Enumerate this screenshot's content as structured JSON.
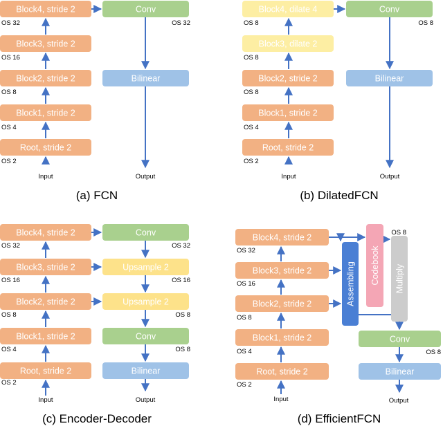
{
  "colors": {
    "orange": "#f2b183",
    "green": "#a9d08e",
    "blue": "#9fc2e7",
    "yellow": "#fde28a",
    "light_yellow": "#fdeea3",
    "pink": "#f4a6b5",
    "gray": "#cccccc",
    "blue_dark": "#4a7fd4",
    "arrow": "#4472c4"
  },
  "panels": [
    {
      "id": "a",
      "caption": "(a)  FCN",
      "boxes": [
        {
          "id": "a-block4",
          "label": "Block4, stride 2",
          "color": "orange",
          "rot": false
        },
        {
          "id": "a-block3",
          "label": "Block3, stride 2",
          "color": "orange",
          "rot": false
        },
        {
          "id": "a-block2",
          "label": "Block2, stride 2",
          "color": "orange",
          "rot": false
        },
        {
          "id": "a-block1",
          "label": "Block1, stride 2",
          "color": "orange",
          "rot": false
        },
        {
          "id": "a-root",
          "label": "Root, stride 2",
          "color": "orange",
          "rot": false
        },
        {
          "id": "a-conv",
          "label": "Conv",
          "color": "green",
          "rot": false
        },
        {
          "id": "a-bilinear",
          "label": "Bilinear",
          "color": "blue",
          "rot": false
        }
      ],
      "labels": [
        "OS 32",
        "OS 16",
        "OS 8",
        "OS 4",
        "OS 2",
        "OS 32",
        "Input",
        "Output"
      ]
    },
    {
      "id": "b",
      "caption": "(b)  DilatedFCN",
      "boxes": [
        {
          "id": "b-block4",
          "label": "Block4, dilate 4",
          "color": "light_yellow",
          "rot": false
        },
        {
          "id": "b-block3",
          "label": "Block3, dilate 2",
          "color": "light_yellow",
          "rot": false
        },
        {
          "id": "b-block2",
          "label": "Block2, stride 2",
          "color": "orange",
          "rot": false
        },
        {
          "id": "b-block1",
          "label": "Block1, stride 2",
          "color": "orange",
          "rot": false
        },
        {
          "id": "b-root",
          "label": "Root, stride 2",
          "color": "orange",
          "rot": false
        },
        {
          "id": "b-conv",
          "label": "Conv",
          "color": "green",
          "rot": false
        },
        {
          "id": "b-bilinear",
          "label": "Bilinear",
          "color": "blue",
          "rot": false
        }
      ],
      "labels": [
        "OS 8",
        "OS 8",
        "OS 8",
        "OS 4",
        "OS 2",
        "OS 8",
        "Input",
        "Output"
      ]
    },
    {
      "id": "c",
      "caption": "(c)  Encoder-Decoder",
      "boxes": [
        {
          "id": "c-block4",
          "label": "Block4, stride 2",
          "color": "orange",
          "rot": false
        },
        {
          "id": "c-block3",
          "label": "Block3, stride 2",
          "color": "orange",
          "rot": false
        },
        {
          "id": "c-block2",
          "label": "Block2, stride 2",
          "color": "orange",
          "rot": false
        },
        {
          "id": "c-block1",
          "label": "Block1, stride 2",
          "color": "orange",
          "rot": false
        },
        {
          "id": "c-root",
          "label": "Root, stride 2",
          "color": "orange",
          "rot": false
        },
        {
          "id": "c-conv1",
          "label": "Conv",
          "color": "green",
          "rot": false
        },
        {
          "id": "c-upsample1",
          "label": "Upsample 2",
          "color": "yellow",
          "rot": false
        },
        {
          "id": "c-upsample2",
          "label": "Upsample 2",
          "color": "yellow",
          "rot": false
        },
        {
          "id": "c-conv2",
          "label": "Conv",
          "color": "green",
          "rot": false
        },
        {
          "id": "c-bilinear",
          "label": "Bilinear",
          "color": "blue",
          "rot": false
        }
      ],
      "labels": [
        "OS 32",
        "OS 16",
        "OS 8",
        "OS 4",
        "OS 2",
        "OS 32",
        "OS 16",
        "OS 8",
        "OS 8",
        "Input",
        "Output"
      ]
    },
    {
      "id": "d",
      "caption": "(d)  EfficientFCN",
      "boxes": [
        {
          "id": "d-block4",
          "label": "Block4, stride 2",
          "color": "orange",
          "rot": false
        },
        {
          "id": "d-block3",
          "label": "Block3, stride 2",
          "color": "orange",
          "rot": false
        },
        {
          "id": "d-block2",
          "label": "Block2, stride 2",
          "color": "orange",
          "rot": false
        },
        {
          "id": "d-block1",
          "label": "Block1, stride 2",
          "color": "orange",
          "rot": false
        },
        {
          "id": "d-root",
          "label": "Root, stride 2",
          "color": "orange",
          "rot": false
        },
        {
          "id": "d-assembling",
          "label": "Assembling",
          "color": "blue_dark",
          "rot": true
        },
        {
          "id": "d-codebook",
          "label": "Codebook",
          "color": "pink",
          "rot": true
        },
        {
          "id": "d-multiply",
          "label": "Multiply",
          "color": "gray",
          "rot": true
        },
        {
          "id": "d-conv",
          "label": "Conv",
          "color": "green",
          "rot": false
        },
        {
          "id": "d-bilinear",
          "label": "Bilinear",
          "color": "blue",
          "rot": false
        }
      ],
      "labels": [
        "OS 32",
        "OS 16",
        "OS 8",
        "OS 4",
        "OS 2",
        "OS 8",
        "OS 8",
        "Input",
        "Output"
      ]
    }
  ]
}
